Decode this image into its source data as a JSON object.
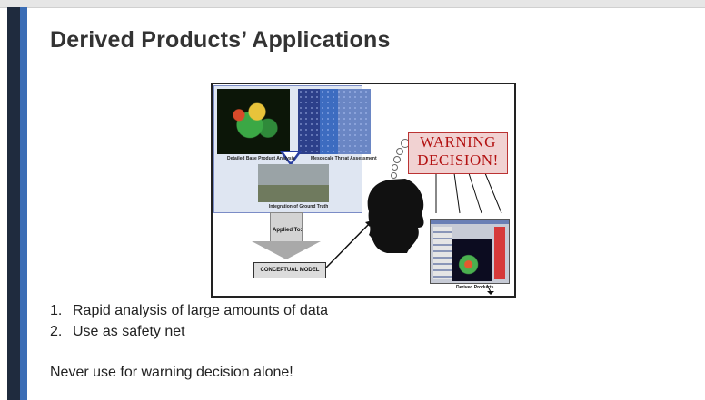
{
  "slide": {
    "title": "Derived Products’ Applications",
    "list": [
      {
        "num": "1.",
        "text": "Rapid analysis of large amounts of data"
      },
      {
        "num": "2.",
        "text": "Use as safety net"
      }
    ],
    "note": "Never use for warning decision alone!"
  },
  "figure": {
    "cap_base": "Detailed Base Product Analysis",
    "cap_meso": "Mesoscale Threat Assessment",
    "cap_ground": "Integration of Ground Truth",
    "applied_to": "Applied To:",
    "conceptual_model": "CONCEPTUAL MODEL",
    "warning_line1": "WARNING",
    "warning_line2": "DECISION!",
    "derived_products": "Derived Products"
  },
  "colors": {
    "sidebar_dark": "#1f2b3e",
    "sidebar_blue": "#3b6db5",
    "warning_red": "#b31212"
  }
}
